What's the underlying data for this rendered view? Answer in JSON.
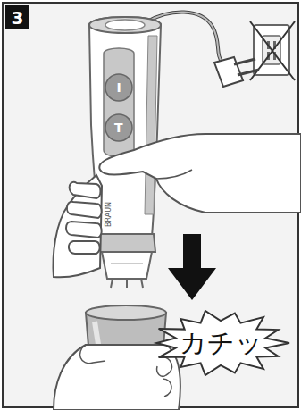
{
  "diagram": {
    "nodes": [
      {
        "text": [
          "3"
        ]
      },
      {
        "text": [
          "カチッ"
        ]
      }
    ],
    "labels": [
      "I",
      "T",
      "BRAUN"
    ]
  }
}
